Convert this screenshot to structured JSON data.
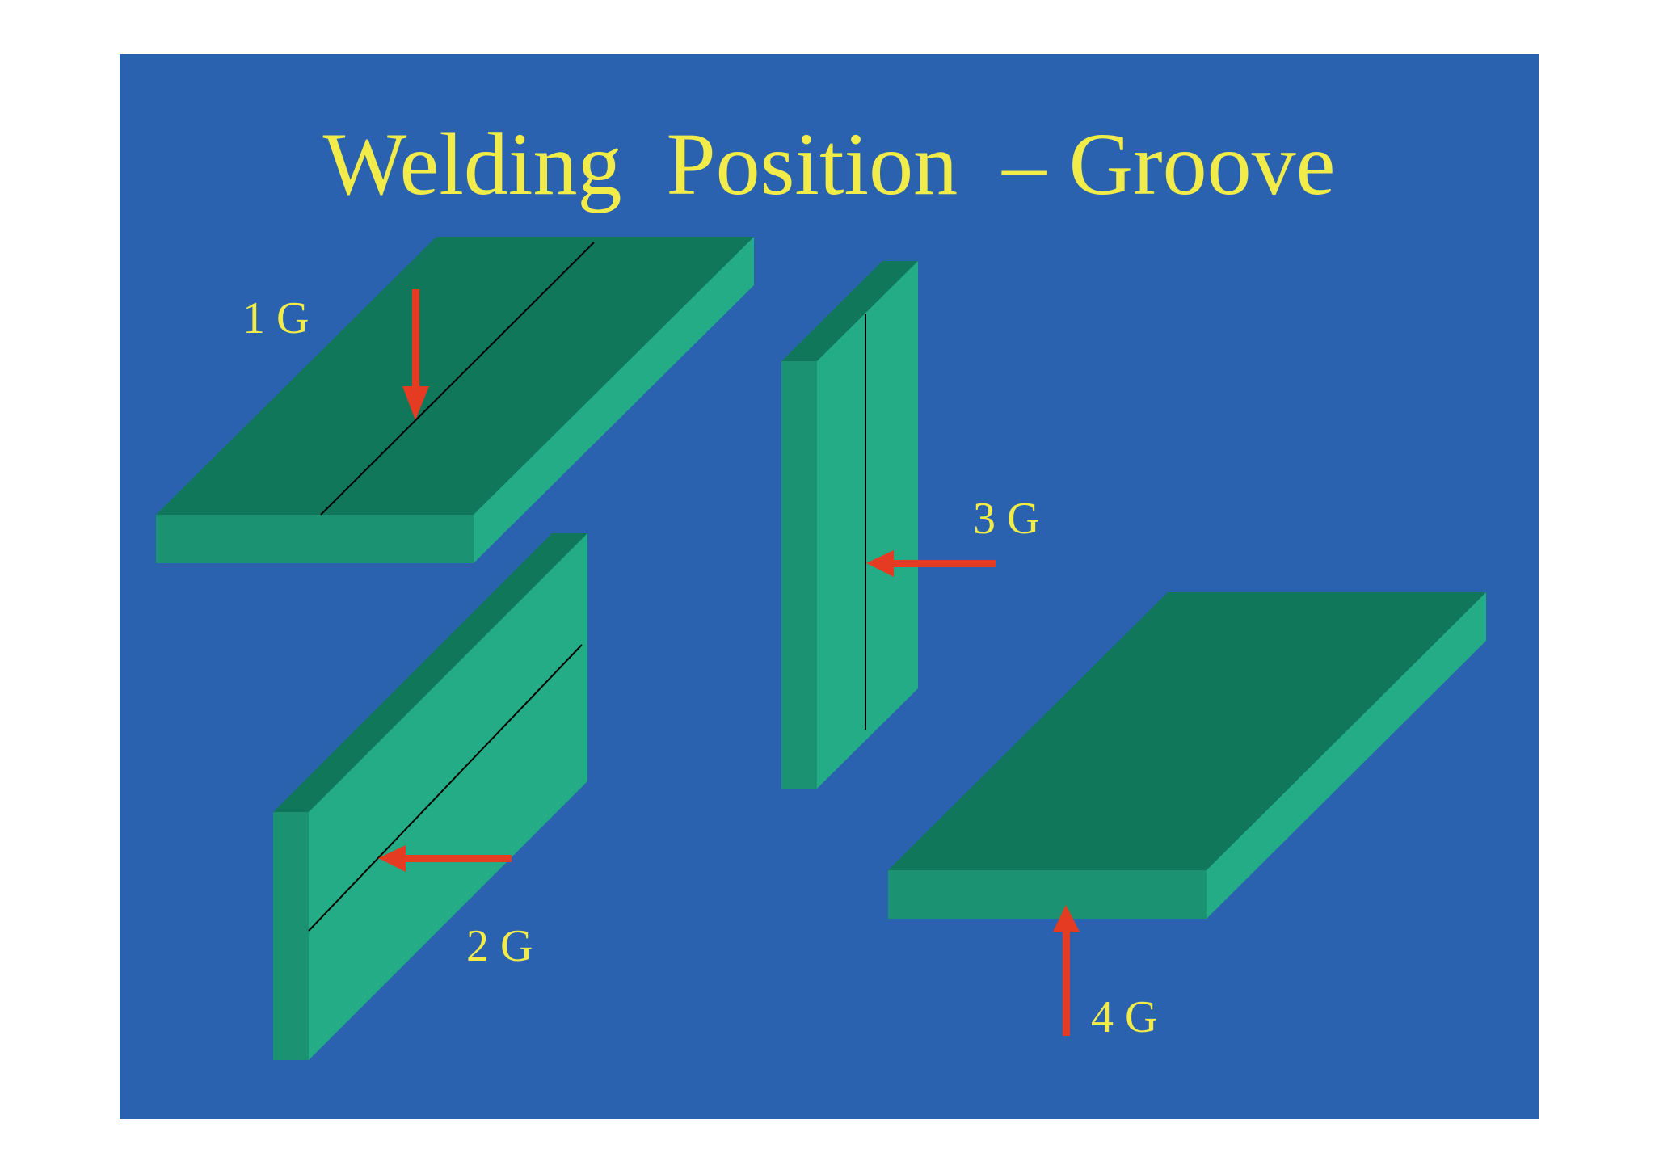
{
  "title": "Welding  Position  – Groove",
  "colors": {
    "background": "#2a62b0",
    "plate_top_dark": "#10775a",
    "plate_face_light": "#23ac85",
    "plate_edge": "#1b9272",
    "weld_line": "#000000",
    "arrow": "#e53b22",
    "label": "#f2ec4a"
  },
  "positions": [
    {
      "label": "1 G",
      "plate": "flat",
      "arrow_direction": "down"
    },
    {
      "label": "2 G",
      "plate": "vertical",
      "arrow_direction": "left"
    },
    {
      "label": "3 G",
      "plate": "vertical",
      "arrow_direction": "left"
    },
    {
      "label": "4 G",
      "plate": "overhead",
      "arrow_direction": "up"
    }
  ]
}
